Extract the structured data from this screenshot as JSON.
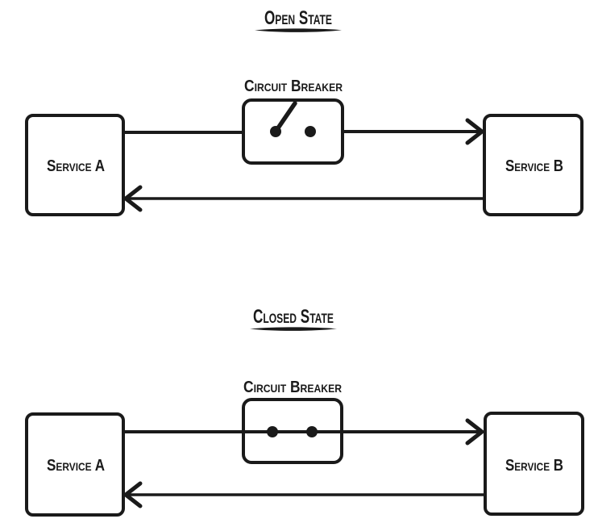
{
  "diagram": {
    "background": "#ffffff",
    "ink": "#1a1a1a",
    "open_section": {
      "title": "Open State",
      "breaker_label": "Circuit Breaker",
      "service_a": "Service A",
      "service_b": "Service B",
      "switch_state": "open"
    },
    "closed_section": {
      "title": "Closed State",
      "breaker_label": "Circuit Breaker",
      "service_a": "Service A",
      "service_b": "Service B",
      "switch_state": "closed"
    }
  }
}
